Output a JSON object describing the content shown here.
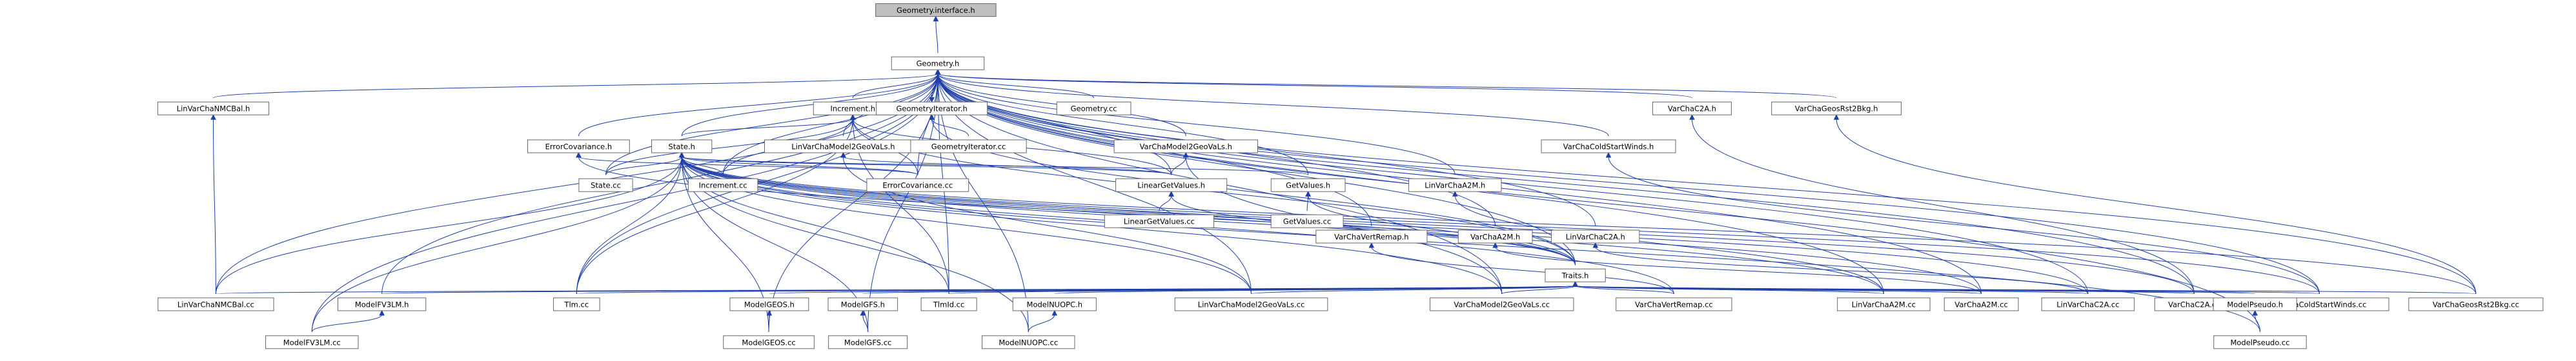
{
  "diagram": {
    "root": "Geometry.interface.h",
    "nodes": [
      {
        "id": "root",
        "label": "Geometry.interface.h",
        "root": true
      },
      {
        "id": "geom",
        "label": "Geometry.h"
      },
      {
        "id": "nmcbal_h",
        "label": "LinVarChaNMCBal.h"
      },
      {
        "id": "incr_h",
        "label": "Increment.h"
      },
      {
        "id": "geoit_h",
        "label": "GeometryIterator.h"
      },
      {
        "id": "geom_cc",
        "label": "Geometry.cc"
      },
      {
        "id": "c2a_h",
        "label": "VarChaC2A.h"
      },
      {
        "id": "rst2bkg_h",
        "label": "VarChaGeosRst2Bkg.h"
      },
      {
        "id": "errcov_h",
        "label": "ErrorCovariance.h"
      },
      {
        "id": "state_h",
        "label": "State.h"
      },
      {
        "id": "lm2geo_h",
        "label": "LinVarChaModel2GeoVaLs.h"
      },
      {
        "id": "geoit_cc",
        "label": "GeometryIterator.cc"
      },
      {
        "id": "m2geo_h",
        "label": "VarChaModel2GeoVaLs.h"
      },
      {
        "id": "coldw_h",
        "label": "VarChaColdStartWinds.h"
      },
      {
        "id": "state_cc",
        "label": "State.cc"
      },
      {
        "id": "incr_cc",
        "label": "Increment.cc"
      },
      {
        "id": "errcov_cc",
        "label": "ErrorCovariance.cc"
      },
      {
        "id": "lingv_h",
        "label": "LinearGetValues.h"
      },
      {
        "id": "gv_h",
        "label": "GetValues.h"
      },
      {
        "id": "la2m_h",
        "label": "LinVarChaA2M.h"
      },
      {
        "id": "lingv_cc",
        "label": "LinearGetValues.cc"
      },
      {
        "id": "gv_cc",
        "label": "GetValues.cc"
      },
      {
        "id": "vremap_h",
        "label": "VarChaVertRemap.h"
      },
      {
        "id": "a2m_h",
        "label": "VarChaA2M.h"
      },
      {
        "id": "lc2a_h",
        "label": "LinVarChaC2A.h"
      },
      {
        "id": "traits_h",
        "label": "Traits.h",
        "highlight": true
      },
      {
        "id": "nmcbal_cc",
        "label": "LinVarChaNMCBal.cc"
      },
      {
        "id": "fv3lm_h",
        "label": "ModelFV3LM.h"
      },
      {
        "id": "tlm_cc",
        "label": "Tlm.cc"
      },
      {
        "id": "geos_h",
        "label": "ModelGEOS.h"
      },
      {
        "id": "gfs_h",
        "label": "ModelGFS.h"
      },
      {
        "id": "tlmid_cc",
        "label": "TlmId.cc"
      },
      {
        "id": "nuopc_h",
        "label": "ModelNUOPC.h"
      },
      {
        "id": "lm2geo_cc",
        "label": "LinVarChaModel2GeoVaLs.cc"
      },
      {
        "id": "m2geo_cc",
        "label": "VarChaModel2GeoVaLs.cc"
      },
      {
        "id": "vremap_cc",
        "label": "VarChaVertRemap.cc"
      },
      {
        "id": "la2m_cc",
        "label": "LinVarChaA2M.cc"
      },
      {
        "id": "a2m_cc",
        "label": "VarChaA2M.cc"
      },
      {
        "id": "lc2a_cc",
        "label": "LinVarChaC2A.cc"
      },
      {
        "id": "c2a_cc",
        "label": "VarChaC2A.cc"
      },
      {
        "id": "coldw_cc",
        "label": "VarChaColdStartWinds.cc"
      },
      {
        "id": "pseudo_h",
        "label": "ModelPseudo.h"
      },
      {
        "id": "rst2bkg_cc",
        "label": "VarChaGeosRst2Bkg.cc"
      },
      {
        "id": "fv3lm_cc",
        "label": "ModelFV3LM.cc"
      },
      {
        "id": "geos_cc",
        "label": "ModelGEOS.cc"
      },
      {
        "id": "gfs_cc",
        "label": "ModelGFS.cc"
      },
      {
        "id": "nuopc_cc",
        "label": "ModelNUOPC.cc"
      },
      {
        "id": "pseudo_cc",
        "label": "ModelPseudo.cc"
      }
    ],
    "edges": [
      [
        "root",
        "geom"
      ],
      [
        "geom",
        "nmcbal_h"
      ],
      [
        "geom",
        "incr_h"
      ],
      [
        "geom",
        "geoit_h"
      ],
      [
        "geom",
        "geom_cc"
      ],
      [
        "geom",
        "c2a_h"
      ],
      [
        "geom",
        "rst2bkg_h"
      ],
      [
        "geom",
        "errcov_h"
      ],
      [
        "geom",
        "state_h"
      ],
      [
        "geom",
        "lm2geo_h"
      ],
      [
        "geom",
        "m2geo_h"
      ],
      [
        "geom",
        "coldw_h"
      ],
      [
        "geom",
        "state_cc"
      ],
      [
        "geom",
        "incr_cc"
      ],
      [
        "geom",
        "errcov_cc"
      ],
      [
        "geom",
        "lingv_h"
      ],
      [
        "geom",
        "gv_h"
      ],
      [
        "geom",
        "la2m_h"
      ],
      [
        "geom",
        "vremap_h"
      ],
      [
        "geom",
        "a2m_h"
      ],
      [
        "geom",
        "lc2a_h"
      ],
      [
        "geom",
        "traits_h"
      ],
      [
        "geom",
        "nmcbal_cc"
      ],
      [
        "geom",
        "fv3lm_h"
      ],
      [
        "geom",
        "tlm_cc"
      ],
      [
        "geom",
        "tlmid_cc"
      ],
      [
        "geom",
        "lm2geo_cc"
      ],
      [
        "geom",
        "m2geo_cc"
      ],
      [
        "geom",
        "la2m_cc"
      ],
      [
        "geom",
        "a2m_cc"
      ],
      [
        "geom",
        "lc2a_cc"
      ],
      [
        "geom",
        "c2a_cc"
      ],
      [
        "geom",
        "coldw_cc"
      ],
      [
        "geom",
        "rst2bkg_cc"
      ],
      [
        "geom",
        "fv3lm_cc"
      ],
      [
        "geom",
        "geos_cc"
      ],
      [
        "geom",
        "gfs_cc"
      ],
      [
        "geom",
        "nuopc_cc"
      ],
      [
        "geom",
        "pseudo_cc"
      ],
      [
        "nmcbal_h",
        "nmcbal_cc"
      ],
      [
        "incr_h",
        "state_h"
      ],
      [
        "incr_h",
        "state_cc"
      ],
      [
        "incr_h",
        "incr_cc"
      ],
      [
        "incr_h",
        "errcov_cc"
      ],
      [
        "incr_h",
        "lingv_h"
      ],
      [
        "incr_h",
        "traits_h"
      ],
      [
        "incr_h",
        "tlm_cc"
      ],
      [
        "incr_h",
        "tlmid_cc"
      ],
      [
        "geoit_h",
        "geom"
      ],
      [
        "geoit_h",
        "geoit_cc"
      ],
      [
        "geoit_h",
        "traits_h"
      ],
      [
        "c2a_h",
        "c2a_cc"
      ],
      [
        "rst2bkg_h",
        "rst2bkg_cc"
      ],
      [
        "errcov_h",
        "errcov_cc"
      ],
      [
        "errcov_h",
        "traits_h"
      ],
      [
        "state_h",
        "state_cc"
      ],
      [
        "state_h",
        "incr_cc"
      ],
      [
        "state_h",
        "errcov_cc"
      ],
      [
        "state_h",
        "lingv_h"
      ],
      [
        "state_h",
        "gv_h"
      ],
      [
        "state_h",
        "traits_h"
      ],
      [
        "state_h",
        "nmcbal_cc"
      ],
      [
        "state_h",
        "tlm_cc"
      ],
      [
        "state_h",
        "tlmid_cc"
      ],
      [
        "state_h",
        "lm2geo_cc"
      ],
      [
        "state_h",
        "m2geo_cc"
      ],
      [
        "state_h",
        "vremap_cc"
      ],
      [
        "state_h",
        "la2m_cc"
      ],
      [
        "state_h",
        "a2m_cc"
      ],
      [
        "state_h",
        "lc2a_cc"
      ],
      [
        "state_h",
        "c2a_cc"
      ],
      [
        "state_h",
        "coldw_cc"
      ],
      [
        "state_h",
        "rst2bkg_cc"
      ],
      [
        "state_h",
        "fv3lm_cc"
      ],
      [
        "state_h",
        "geos_cc"
      ],
      [
        "state_h",
        "gfs_cc"
      ],
      [
        "state_h",
        "nuopc_cc"
      ],
      [
        "state_h",
        "pseudo_cc"
      ],
      [
        "lm2geo_h",
        "lingv_h"
      ],
      [
        "lm2geo_h",
        "lm2geo_cc"
      ],
      [
        "m2geo_h",
        "lingv_h"
      ],
      [
        "m2geo_h",
        "m2geo_cc"
      ],
      [
        "coldw_h",
        "coldw_cc"
      ],
      [
        "lingv_h",
        "lingv_cc"
      ],
      [
        "lingv_h",
        "traits_h"
      ],
      [
        "gv_h",
        "gv_cc"
      ],
      [
        "gv_h",
        "traits_h"
      ],
      [
        "la2m_h",
        "la2m_cc"
      ],
      [
        "vremap_h",
        "vremap_cc"
      ],
      [
        "a2m_h",
        "a2m_cc"
      ],
      [
        "lc2a_h",
        "lc2a_cc"
      ],
      [
        "traits_h",
        "nmcbal_cc"
      ],
      [
        "traits_h",
        "fv3lm_h"
      ],
      [
        "traits_h",
        "tlm_cc"
      ],
      [
        "traits_h",
        "geos_h"
      ],
      [
        "traits_h",
        "gfs_h"
      ],
      [
        "traits_h",
        "tlmid_cc"
      ],
      [
        "traits_h",
        "nuopc_h"
      ],
      [
        "traits_h",
        "lm2geo_cc"
      ],
      [
        "traits_h",
        "m2geo_cc"
      ],
      [
        "traits_h",
        "vremap_cc"
      ],
      [
        "traits_h",
        "la2m_cc"
      ],
      [
        "traits_h",
        "a2m_cc"
      ],
      [
        "traits_h",
        "lc2a_cc"
      ],
      [
        "traits_h",
        "c2a_cc"
      ],
      [
        "traits_h",
        "coldw_cc"
      ],
      [
        "traits_h",
        "pseudo_h"
      ],
      [
        "traits_h",
        "rst2bkg_cc"
      ],
      [
        "fv3lm_h",
        "fv3lm_cc"
      ],
      [
        "geos_h",
        "geos_cc"
      ],
      [
        "gfs_h",
        "gfs_cc"
      ],
      [
        "nuopc_h",
        "nuopc_cc"
      ],
      [
        "pseudo_h",
        "pseudo_cc"
      ]
    ],
    "colors": {
      "edge": "#1f3fa8",
      "highlight_text": "#e02020",
      "root_fill": "#bfbfbf",
      "node_fill": "#ffffff",
      "node_stroke": "#666666"
    }
  }
}
